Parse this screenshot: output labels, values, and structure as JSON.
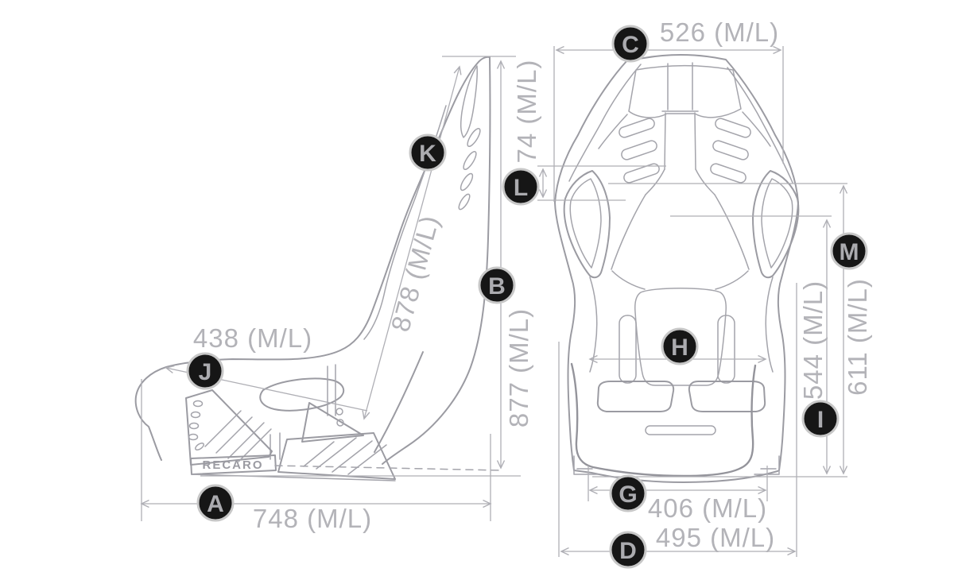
{
  "brand": {
    "logo_text": "RECARO"
  },
  "dimensions": {
    "A": {
      "label": "A",
      "display": "748 (M/L)"
    },
    "B": {
      "label": "B",
      "display": "877 (M/L)"
    },
    "C": {
      "label": "C",
      "display": "526 (M/L)"
    },
    "D": {
      "label": "D",
      "display": "495 (M/L)"
    },
    "G": {
      "label": "G",
      "display": "406 (M/L)"
    },
    "H": {
      "label": "H",
      "display": ""
    },
    "I": {
      "label": "I",
      "display": "544 (M/L)"
    },
    "J": {
      "label": "J",
      "display": "438 (M/L)"
    },
    "K": {
      "label": "K",
      "display": "878 (M/L)"
    },
    "L": {
      "label": "L",
      "display": "74 (M/L)"
    },
    "M": {
      "label": "M",
      "display": "611 (M/L)"
    }
  },
  "colors": {
    "line": "#9b9ba2",
    "dim_line": "#afafb5",
    "dim_text": "#b3b3b8",
    "badge_fill": "#161616",
    "badge_ring": "#c7c7c7",
    "badge_letter": "#ababaf"
  }
}
